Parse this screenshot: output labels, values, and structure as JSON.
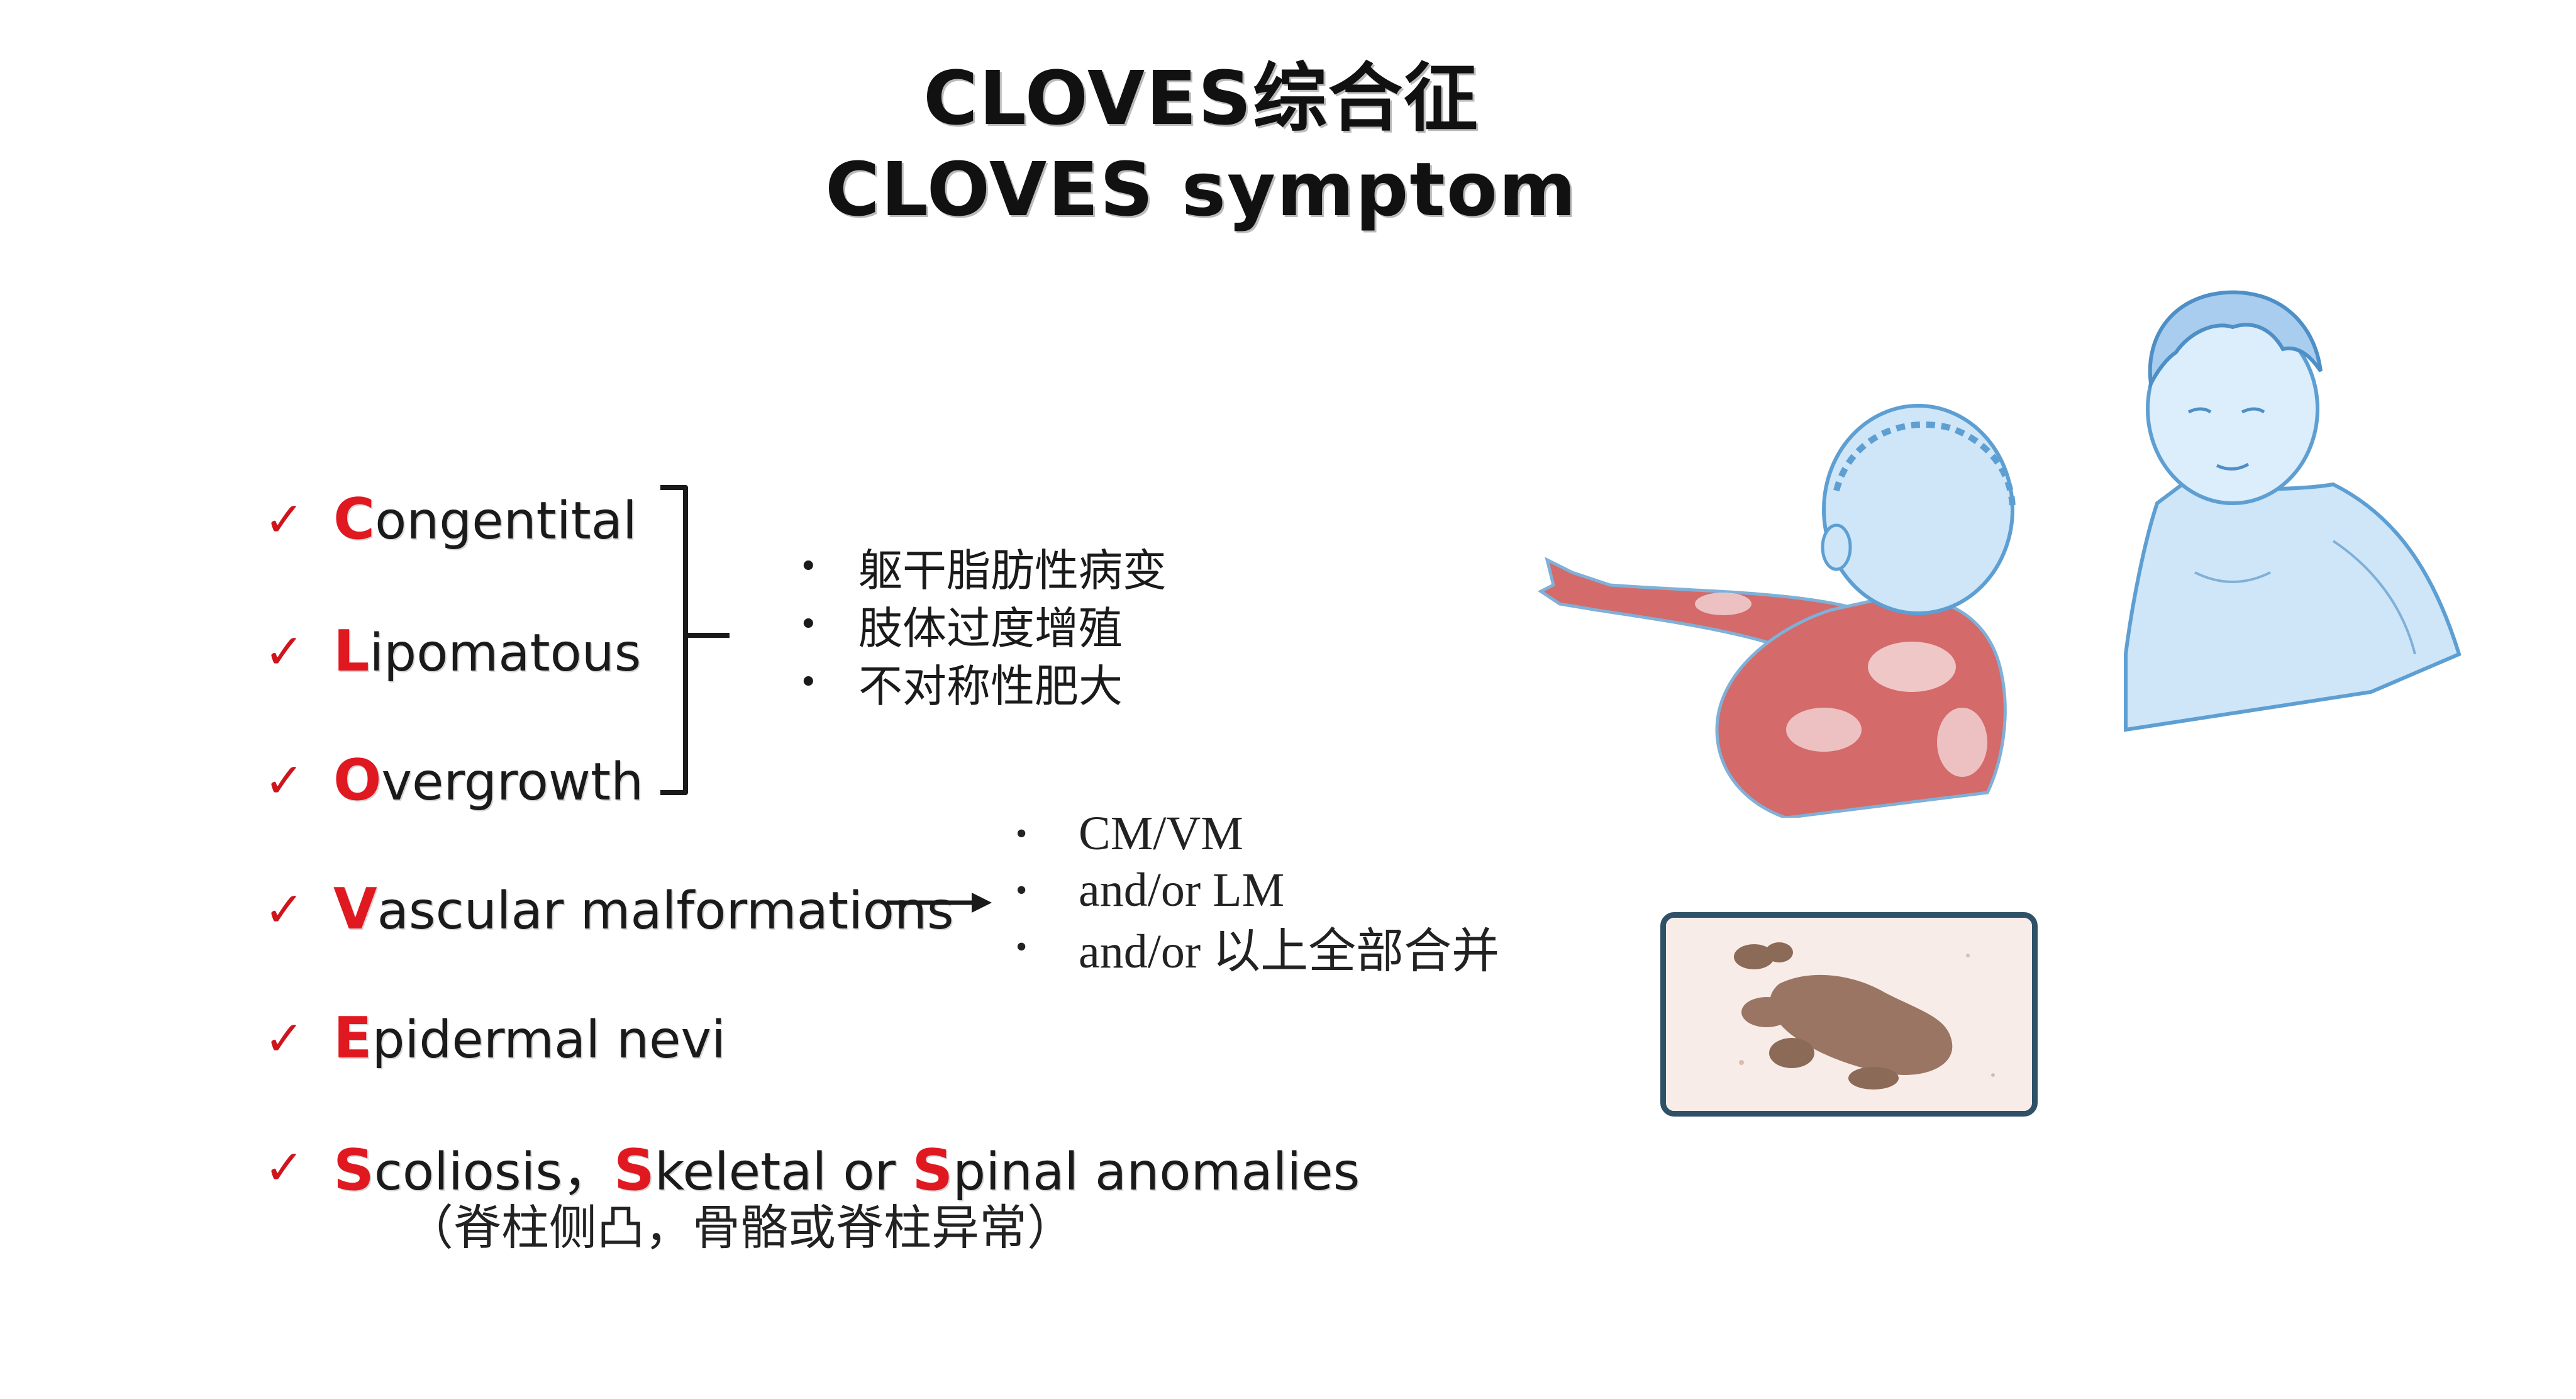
{
  "title": {
    "line1": "CLOVES综合征",
    "line2": "CLOVES symptom"
  },
  "criteria": [
    {
      "initial": "C",
      "rest": "ongentital"
    },
    {
      "initial": "L",
      "rest": "ipomatous"
    },
    {
      "initial": "O",
      "rest": "vergrowth"
    },
    {
      "initial": "V",
      "rest": "ascular malformations"
    },
    {
      "initial": "E",
      "rest": "pidermal nevi"
    },
    {
      "s1": "S",
      "t1": "coliosis，",
      "s2": "S",
      "t2": "keletal or ",
      "s3": "S",
      "t3": "pinal anomalies"
    }
  ],
  "criteria_note": "（脊柱侧凸，骨骼或脊柱异常）",
  "check_glyph": "✓",
  "bullet_glyph": "•",
  "group_bullets": [
    "躯干脂肪性病变",
    "肢体过度增殖",
    "不对称性肥大"
  ],
  "vascular_bullets": [
    "CM/VM",
    "and/or LM",
    "and/or 以上全部合并"
  ],
  "colors": {
    "accent_red": "#e01820",
    "check_red": "#d0141b",
    "frame_blue": "#2f5167",
    "skin_blue": "#cfe6f8",
    "lesion_red": "#d46a6a"
  },
  "icons": [
    "checkmark-icon",
    "brace-icon",
    "arrow-right-icon",
    "infant-illustration",
    "child-illustration",
    "lesion-photo"
  ]
}
